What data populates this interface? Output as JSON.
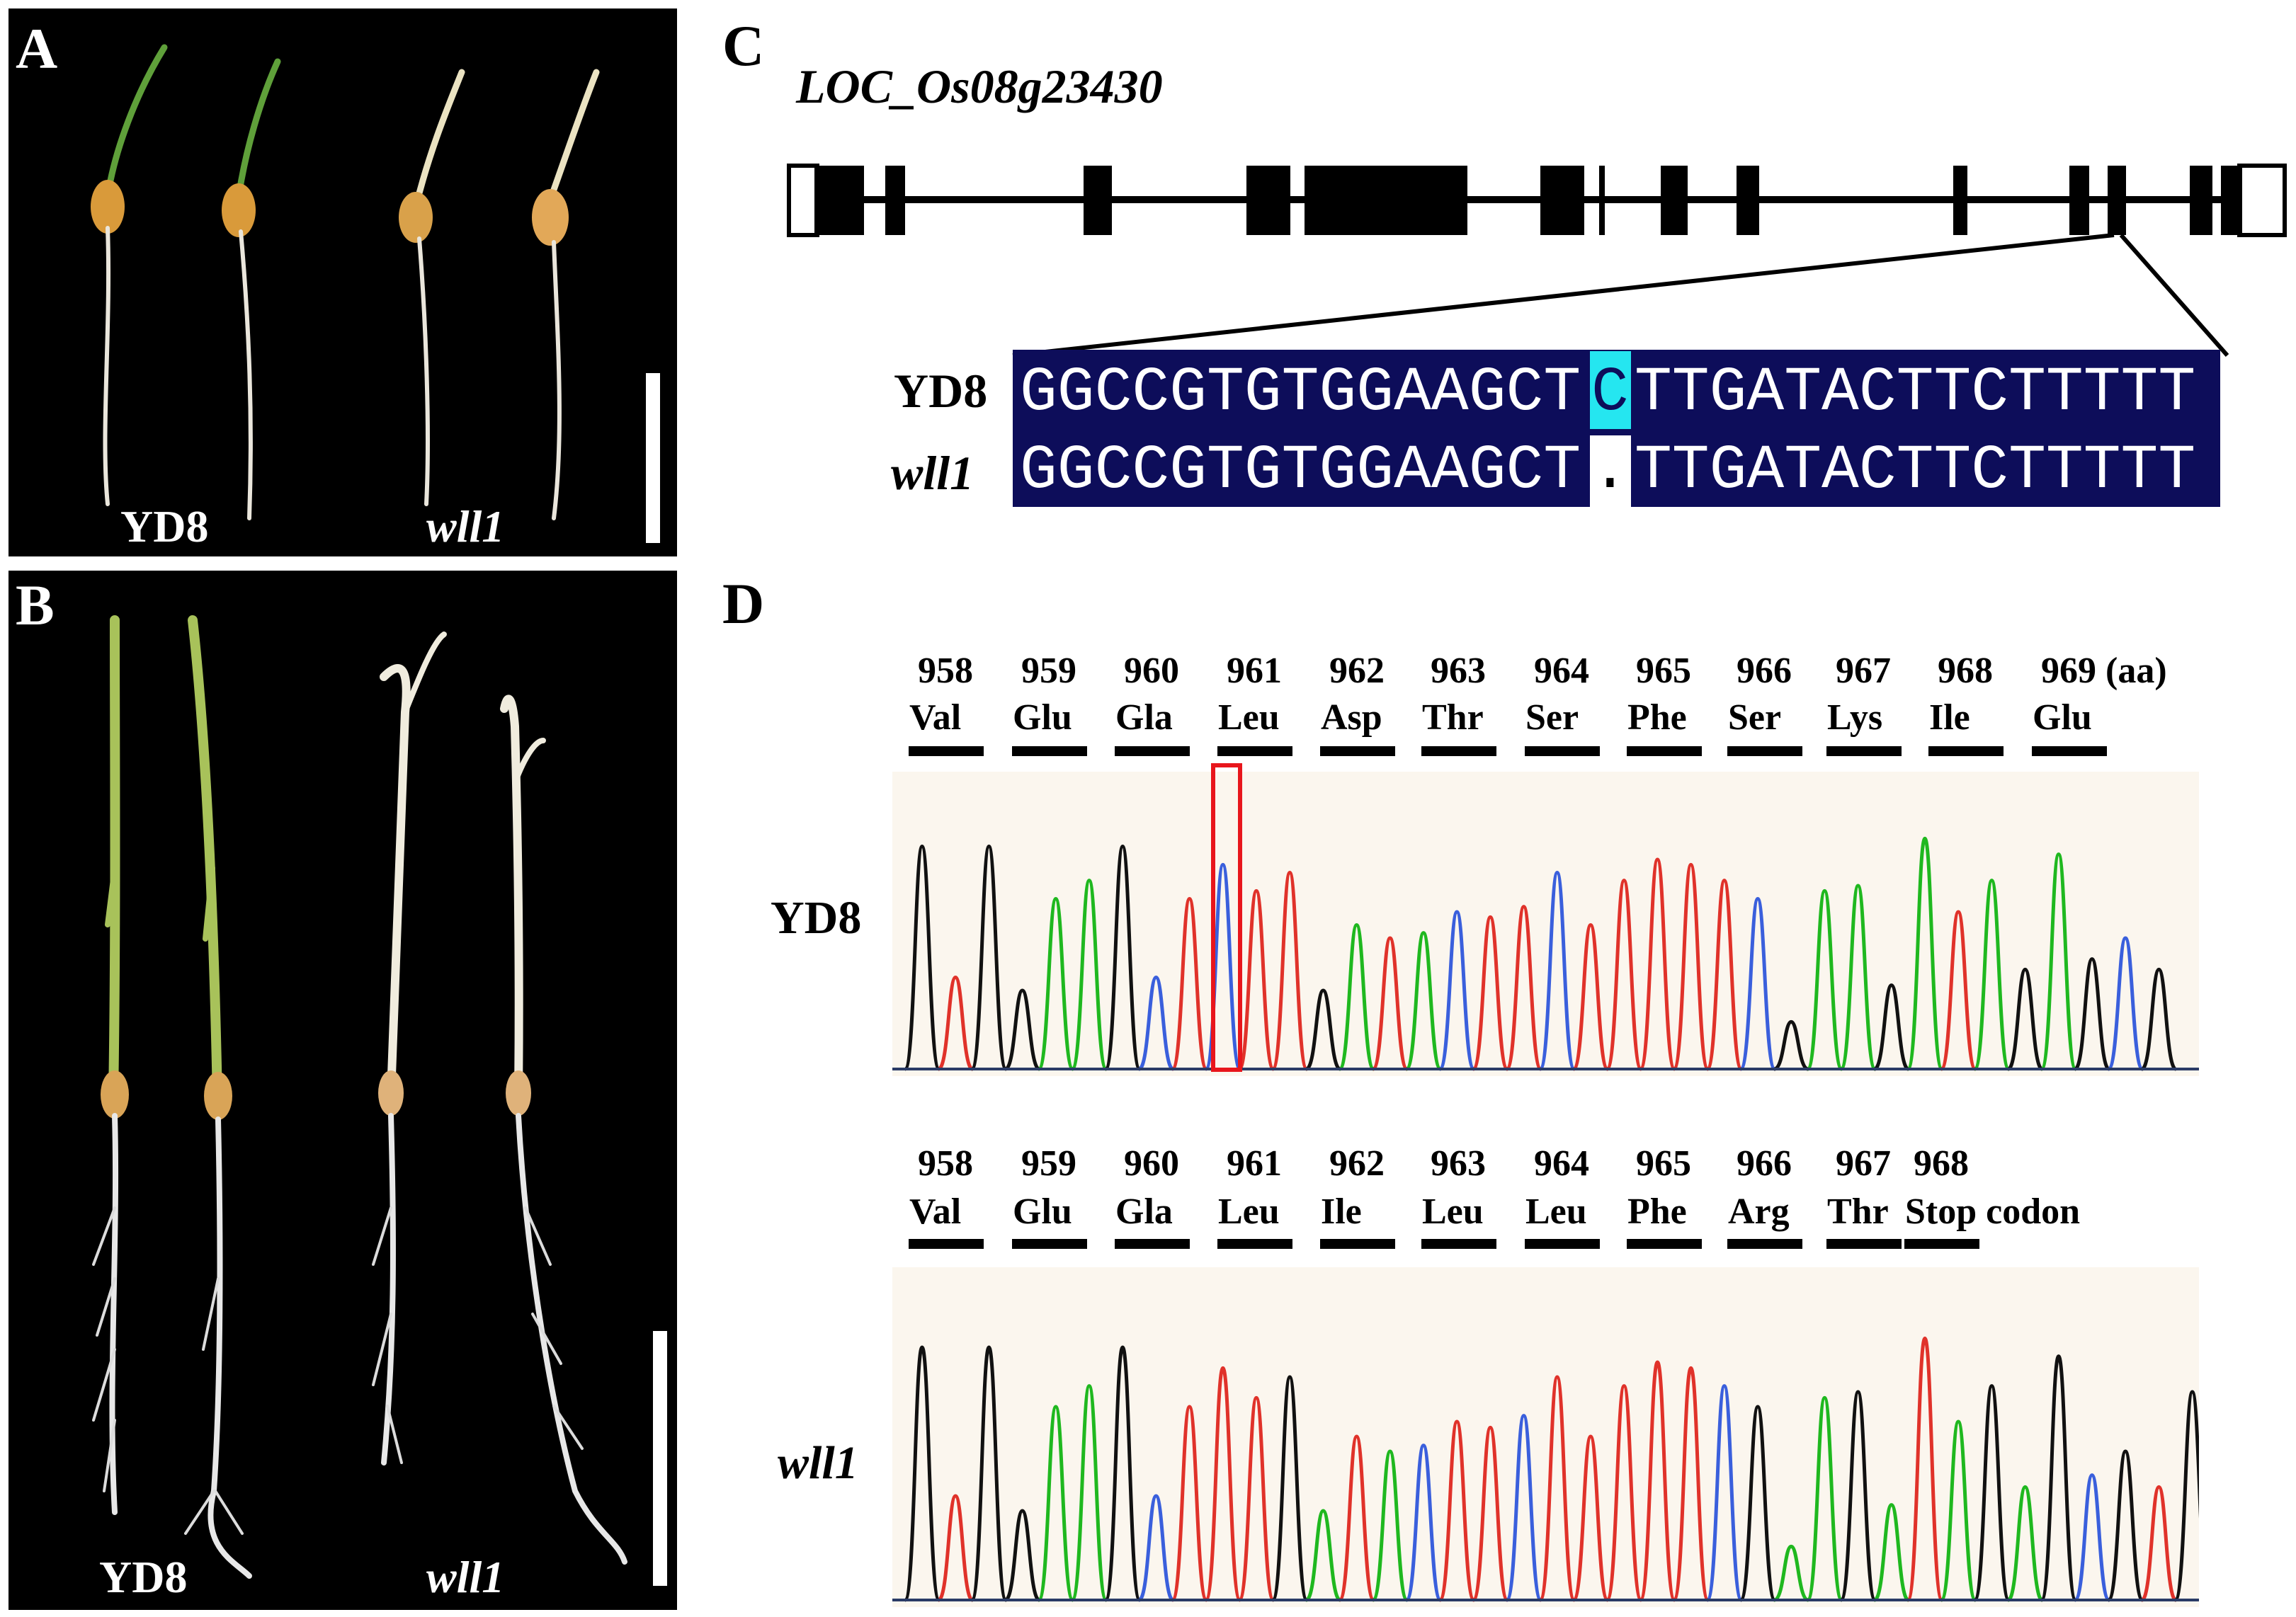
{
  "panels": {
    "A": {
      "letter": "A",
      "label_wt": "YD8",
      "label_mut": "wll1"
    },
    "B": {
      "letter": "B",
      "label_wt": "YD8",
      "label_mut": "wll1"
    },
    "C": {
      "letter": "C",
      "gene": "LOC_Os08g23430",
      "align": {
        "wt_label": "YD8",
        "mut_label": "wll1",
        "wt_seq_left": "GGCCGTGTGGAAGCT",
        "wt_highlight": "C",
        "wt_seq_right": "TTGATACTTCTTTTT",
        "mut_seq_left": "GGCCGTGTGGAAGCT",
        "mut_gap": ".",
        "mut_seq_right": "TTGATACTTCTTTTT"
      }
    },
    "D": {
      "letter": "D",
      "wt": {
        "label": "YD8",
        "aa": [
          {
            "num": "958",
            "name": "Val"
          },
          {
            "num": "959",
            "name": "Glu"
          },
          {
            "num": "960",
            "name": "Gla"
          },
          {
            "num": "961",
            "name": "Leu"
          },
          {
            "num": "962",
            "name": "Asp"
          },
          {
            "num": "963",
            "name": "Thr"
          },
          {
            "num": "964",
            "name": "Ser"
          },
          {
            "num": "965",
            "name": "Phe"
          },
          {
            "num": "966",
            "name": "Ser"
          },
          {
            "num": "967",
            "name": "Lys"
          },
          {
            "num": "968",
            "name": "Ile"
          },
          {
            "num": "969 (aa)",
            "name": "Glu"
          }
        ],
        "bases": "GTGGAAGCTCTTGATACTTCTTTTTCGAAGATAGAGCG"
      },
      "mut": {
        "label": "wll1",
        "aa": [
          {
            "num": "958",
            "name": "Val"
          },
          {
            "num": "959",
            "name": "Glu"
          },
          {
            "num": "960",
            "name": "Gla"
          },
          {
            "num": "961",
            "name": "Leu"
          },
          {
            "num": "962",
            "name": "Ile"
          },
          {
            "num": "963",
            "name": "Leu"
          },
          {
            "num": "964",
            "name": "Leu"
          },
          {
            "num": "965",
            "name": "Phe"
          },
          {
            "num": "966",
            "name": "Arg"
          },
          {
            "num": "967",
            "name": "Thr"
          },
          {
            "num": "968",
            "name": "Stop codon"
          }
        ],
        "bases": "GTGGAAGCTTTGATACTTCTTTTTCGAAGATAGAGCGTG"
      }
    }
  },
  "colors": {
    "A": "#1fb81f",
    "C": "#3a5fdc",
    "G": "#111111",
    "T": "#e0322a",
    "highlight": "#25e6f0",
    "align_bg": "#0d0d5a",
    "box": "#e8161c"
  }
}
